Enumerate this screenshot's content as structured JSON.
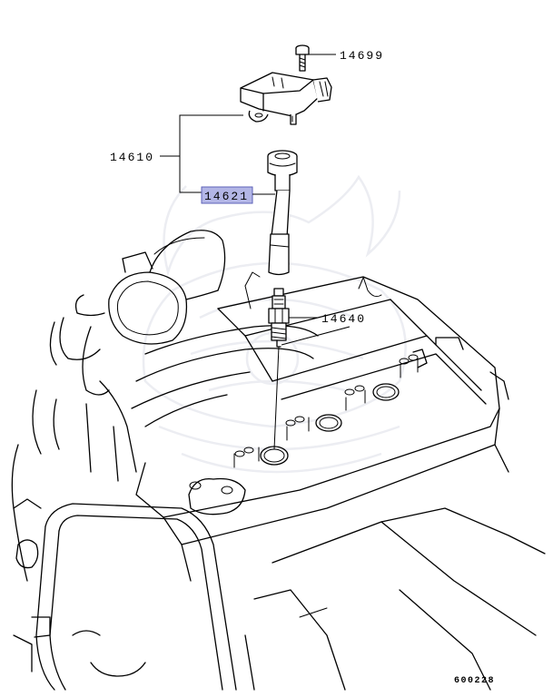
{
  "callouts": {
    "bolt": "14699",
    "ignition_coil": "14610",
    "coil_boot": "14621",
    "spark_plug": "14640"
  },
  "highlight": {
    "color": "#b3b6e6",
    "border_color": "#5c62b8"
  },
  "diagram_code": "600228",
  "watermark": {
    "icon": "samurai-helmet-watermark-icon",
    "color": "#ecedf2"
  }
}
